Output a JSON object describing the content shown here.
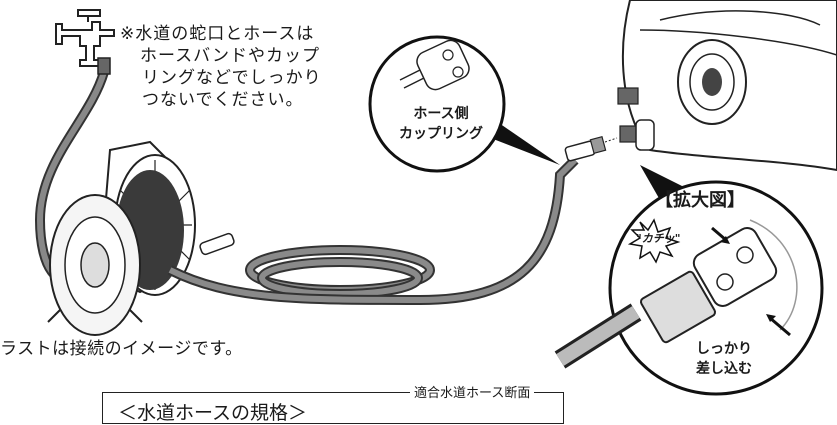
{
  "note": {
    "line1": "※水道の蛇口とホースは",
    "line2": "ホースバンドやカップ",
    "line3": "リングなどでしっかり",
    "line4": "つないでください。"
  },
  "hose_coupling_label": {
    "line1": "ホース側",
    "line2": "カップリング"
  },
  "zoom": {
    "title": "【拡大図】",
    "click_sound": "\"カチッ\"",
    "push_label": {
      "line1": "しっかり",
      "line2": "差し込む"
    }
  },
  "caption": "ラストは接続のイメージです。",
  "spec": {
    "title": "＜水道ホースの規格＞",
    "cross_section_label": "適合水道ホース断面"
  }
}
